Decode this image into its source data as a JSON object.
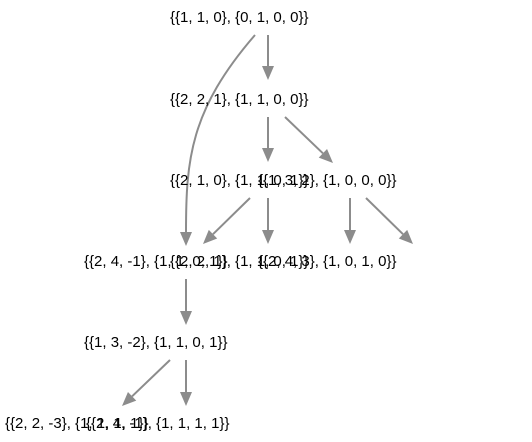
{
  "graph": {
    "nodes": [
      {
        "id": "n1",
        "label": "{{1, 1, 0}, {0, 1, 0, 0}}"
      },
      {
        "id": "n2",
        "label": "{{2, 2, 1}, {1, 1, 0, 0}}"
      },
      {
        "id": "n3",
        "label": "{{2, 1, 0}, {1, 1, 0, 1}}"
      },
      {
        "id": "n4",
        "label": "{{1, 3, 2}, {1, 0, 0, 0}}"
      },
      {
        "id": "n5",
        "label": "{{2, 4, -1}, {1, 1, 0, 1}}"
      },
      {
        "id": "n6",
        "label": "{{2, 2, 1}, {1, 1, 0, 1}}"
      },
      {
        "id": "n7",
        "label": "{{2, 4, 3}, {1, 0, 1, 0}}"
      },
      {
        "id": "n8",
        "label": "{{1, 3, -2}, {1, 1, 0, 1}}"
      },
      {
        "id": "n9",
        "label": "{{2, 2, -3}, {1, 1, 1, 1}}"
      },
      {
        "id": "n10",
        "label": "{{2, 4, -1}, {1, 1, 1, 1}}"
      }
    ],
    "edges": [
      {
        "from": "n1",
        "to": "n2"
      },
      {
        "from": "n1",
        "to": "n5"
      },
      {
        "from": "n2",
        "to": "n3"
      },
      {
        "from": "n2",
        "to": "n4"
      },
      {
        "from": "n3",
        "to": "n5"
      },
      {
        "from": "n3",
        "to": "n6"
      },
      {
        "from": "n4",
        "to": "n6"
      },
      {
        "from": "n4",
        "to": "n7"
      },
      {
        "from": "n5",
        "to": "n8"
      },
      {
        "from": "n8",
        "to": "n9"
      },
      {
        "from": "n8",
        "to": "n10"
      }
    ]
  }
}
